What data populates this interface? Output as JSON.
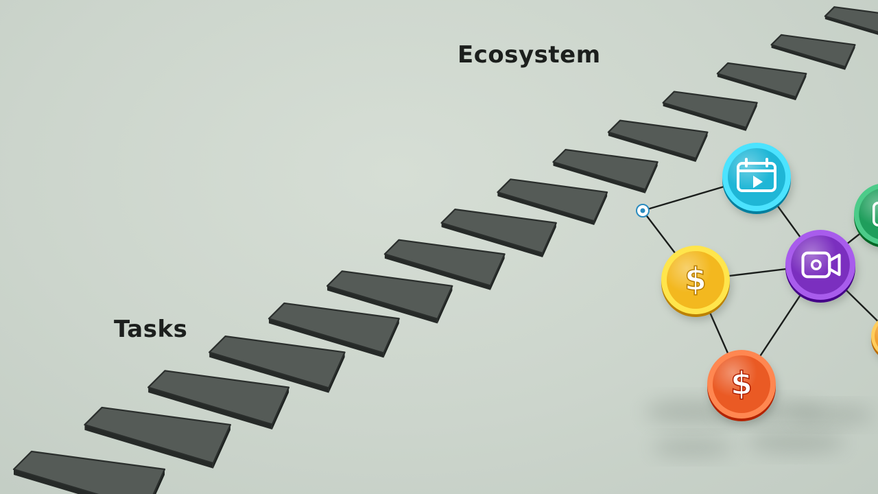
{
  "labels": {
    "ecosystem": "Ecosystem",
    "tasks": "Tasks"
  },
  "task_track": {
    "tile_count": 15,
    "tile_color": "#555b57"
  },
  "ecosystem_nodes": [
    {
      "id": "calendar",
      "icon": "calendar-icon",
      "color": "#1fb6d6"
    },
    {
      "id": "coin-yellow",
      "icon": "dollar-icon",
      "glyph": "$",
      "color": "#f3b81f"
    },
    {
      "id": "video",
      "icon": "video-camera-icon",
      "color": "#7b2fbf"
    },
    {
      "id": "coin-orange",
      "icon": "dollar-icon",
      "glyph": "$",
      "color": "#ea5a24"
    },
    {
      "id": "green-app",
      "icon": "app-icon",
      "color": "#1f9e5c"
    },
    {
      "id": "orange-partial",
      "icon": "app-icon",
      "color": "#f0a030"
    }
  ],
  "connections": [
    [
      "connector",
      "calendar"
    ],
    [
      "connector",
      "coin-yellow"
    ],
    [
      "calendar",
      "video"
    ],
    [
      "coin-yellow",
      "video"
    ],
    [
      "coin-yellow",
      "coin-orange"
    ],
    [
      "video",
      "coin-orange"
    ],
    [
      "video",
      "green-app"
    ],
    [
      "video",
      "orange-partial"
    ]
  ]
}
